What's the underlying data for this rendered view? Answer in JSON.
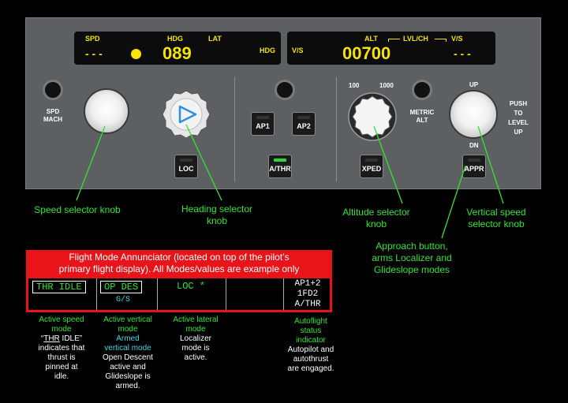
{
  "fcu": {
    "left_display": {
      "spd_label": "SPD",
      "hdg_label": "HDG",
      "lat_label": "LAT",
      "spd_value": "- - -",
      "hdg_value": "089",
      "hdg_mode": "HDG"
    },
    "right_display": {
      "vs_mode": "V/S",
      "alt_label": "ALT",
      "lvlch_label": "LVL/CH",
      "vs_label": "V/S",
      "alt_value": "00700",
      "vs_value": "- - -"
    },
    "spd_mach_label": [
      "SPD",
      "MACH"
    ],
    "loc_button": "LOC",
    "ap1_button": "AP1",
    "ap2_button": "AP2",
    "athr_button": "A/THR",
    "athr_led_on": true,
    "alt_scale_100": "100",
    "alt_scale_1000": "1000",
    "metric_alt_label": [
      "METRIC",
      "ALT"
    ],
    "xped_button": "XPED",
    "vs_up": "UP",
    "vs_dn": "DN",
    "push_to_level": [
      "PUSH",
      "TO",
      "LEVEL",
      "UP"
    ],
    "appr_button": "APPR"
  },
  "callouts": {
    "speed_knob": "Speed selector knob",
    "heading_knob": [
      "Heading selector",
      "knob"
    ],
    "altitude_knob": [
      "Altitude selector",
      "knob"
    ],
    "vs_knob": [
      "Vertical speed",
      "selector knob"
    ],
    "approach_button": [
      "Approach button,",
      "arms Localizer and",
      "Glideslope modes"
    ]
  },
  "fma": {
    "header": [
      "Flight Mode Annunciator (located on top of the pilot’s",
      "primary flight display). All Modes/values are example only"
    ],
    "col1": "THR IDLE",
    "col2_top": "OP DES",
    "col2_bottom": "G/S",
    "col3": "LOC *",
    "col5": [
      "AP1+2",
      "1FD2",
      "A/THR"
    ]
  },
  "notes": {
    "speed": {
      "title": [
        "Active speed",
        "mode"
      ],
      "desc_pre": "“",
      "desc_underline": "THR",
      "desc_post": " IDLE”",
      "desc_lines": [
        "indicates that",
        "thrust is",
        "pinned at",
        "idle."
      ]
    },
    "vertical": {
      "title": [
        "Active vertical",
        "mode"
      ],
      "armed": [
        "Armed",
        "vertical mode"
      ],
      "desc": [
        "Open Descent",
        "active and",
        "Glideslope is",
        "armed."
      ]
    },
    "lateral": {
      "title": [
        "Active lateral",
        "mode"
      ],
      "desc": [
        "Localizer",
        "mode is",
        "active."
      ]
    },
    "autoflight": {
      "title": [
        "Autoflight",
        "status",
        "indicator"
      ],
      "desc": [
        "Autopilot and",
        "autothrust",
        "are engaged."
      ]
    }
  }
}
